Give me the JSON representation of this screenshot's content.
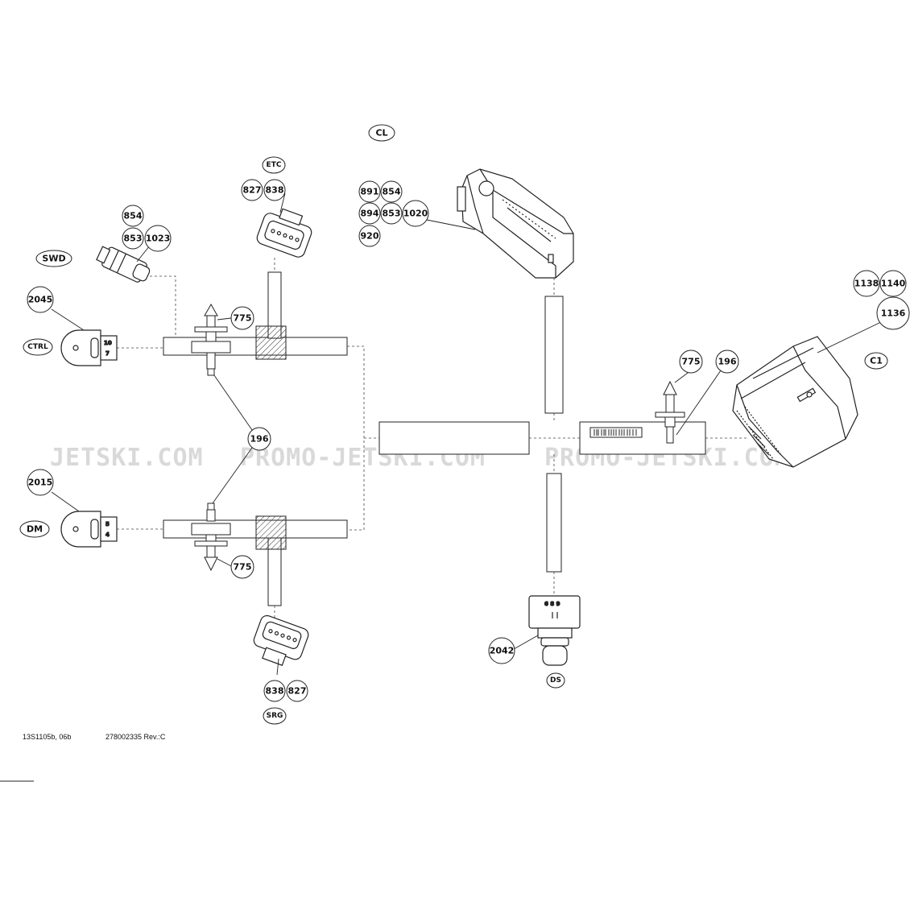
{
  "watermarks": [
    "JETSKI.COM",
    "PROMO-JETSKI.COM",
    "PROMO-JETSKI.COM"
  ],
  "callouts": {
    "cl": "CL",
    "etc": "ETC",
    "etc_827": "827",
    "etc_838": "838",
    "swd": "SWD",
    "swd_854": "854",
    "swd_853": "853",
    "swd_1023": "1023",
    "ctrl_2045": "2045",
    "ctrl": "CTRL",
    "ctrl_pin_top": "10",
    "ctrl_pin_bottom": "7",
    "top_775": "775",
    "mid_196": "196",
    "dm_2015": "2015",
    "dm": "DM",
    "dm_pin_top": "5",
    "dm_pin_bottom": "4",
    "bottom_775": "775",
    "srg_838": "838",
    "srg_827": "827",
    "srg": "SRG",
    "cl_891": "891",
    "cl_854": "854",
    "cl_894": "894",
    "cl_853": "853",
    "cl_1020": "1020",
    "cl_920": "920",
    "c1_1138": "1138",
    "c1_1140": "1140",
    "c1_1136": "1136",
    "c1": "C1",
    "right_775": "775",
    "right_196": "196",
    "ds_2042": "2042",
    "ds_pins": "6 8 9",
    "ds": "DS"
  },
  "footer": {
    "left": "13S1105b, 06b",
    "right": "278002335 Rev.:C"
  }
}
